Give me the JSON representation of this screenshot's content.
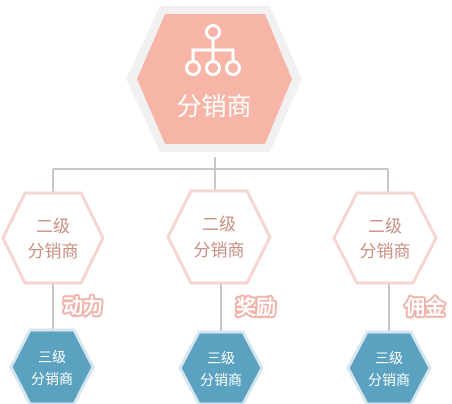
{
  "top": {
    "label": "分销商",
    "icon": "network-hierarchy-icon",
    "fill": "#f6b5a6",
    "halo": "#f1f1f1"
  },
  "second": [
    {
      "line1": "二级",
      "line2": "分销商"
    },
    {
      "line1": "二级",
      "line2": "分销商"
    },
    {
      "line1": "二级",
      "line2": "分销商"
    }
  ],
  "third": [
    {
      "line1": "三级",
      "line2": "分销商"
    },
    {
      "line1": "三级",
      "line2": "分销商"
    },
    {
      "line1": "三级",
      "line2": "分销商"
    }
  ],
  "captions": [
    "动力",
    "奖励",
    "佣金"
  ],
  "colors": {
    "connector": "#c7c7c7",
    "second_fill": "#ffffff",
    "second_stroke": "#f4d5cf",
    "second_text": "#c98f83",
    "third_fill": "#5aa2bf",
    "third_stroke": "#d7e6ee",
    "third_text": "#ffffff",
    "caption_text": "#ffffff",
    "caption_shadow": "#efb3ab"
  }
}
